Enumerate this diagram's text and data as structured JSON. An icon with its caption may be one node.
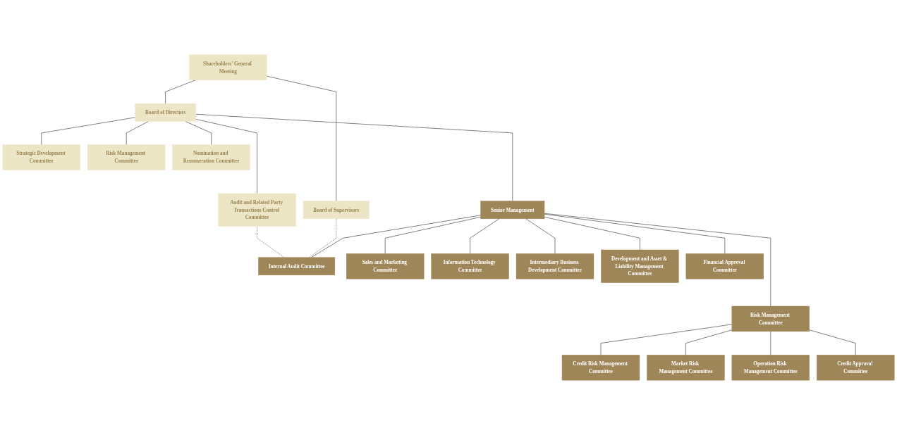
{
  "diagram": {
    "nodes": [
      {
        "text": [
          "Shareholders’ General Meeting"
        ]
      },
      {
        "text": [
          "Board of Directors"
        ]
      },
      {
        "text": [
          "Board of Supervisors"
        ]
      },
      {
        "text": [
          "Strategic Development Committee"
        ]
      },
      {
        "text": [
          "Audit and Related Party Transactions Control Committee"
        ]
      },
      {
        "text": [
          "Risk Management Committee"
        ]
      },
      {
        "text": [
          "Nomination and Remuneration Committee"
        ]
      },
      {
        "text": [
          "Senior Management"
        ]
      },
      {
        "text": [
          "Internal Audit Committee"
        ]
      },
      {
        "text": [
          "Sales and Marketing Committee"
        ]
      },
      {
        "text": [
          "Information Technology Committee"
        ]
      },
      {
        "text": [
          "Intermediary Business Development Committee"
        ]
      },
      {
        "text": [
          "Development and Asset & Liability Management Committee"
        ]
      },
      {
        "text": [
          "Risk Management Committee"
        ]
      },
      {
        "text": [
          "Financial Approval Committee"
        ]
      },
      {
        "text": [
          "Credit Risk Management Committee"
        ]
      },
      {
        "text": [
          "Market Risk Management Committee"
        ]
      },
      {
        "text": [
          "Operation Risk Management Committee"
        ]
      },
      {
        "text": [
          "Credit Approval Committee"
        ]
      }
    ],
    "edges": [
      {
        "from": 0,
        "to": 1,
        "arrow": "none"
      },
      {
        "from": 0,
        "to": 2,
        "arrow": "none"
      },
      {
        "from": 1,
        "to": 3,
        "arrow": "none"
      },
      {
        "from": 1,
        "to": 4,
        "arrow": "none"
      },
      {
        "from": 1,
        "to": 5,
        "arrow": "none"
      },
      {
        "from": 1,
        "to": 6,
        "arrow": "none"
      },
      {
        "from": 1,
        "to": 7,
        "arrow": "none"
      },
      {
        "from": 4,
        "to": 8,
        "arrow": "none",
        "style": "dashed"
      },
      {
        "from": 2,
        "to": 8,
        "arrow": "none",
        "style": "dashed"
      },
      {
        "from": 7,
        "to": 8,
        "arrow": "none"
      },
      {
        "from": 7,
        "to": 9,
        "arrow": "none"
      },
      {
        "from": 7,
        "to": 10,
        "arrow": "none"
      },
      {
        "from": 7,
        "to": 11,
        "arrow": "none"
      },
      {
        "from": 7,
        "to": 12,
        "arrow": "none"
      },
      {
        "from": 7,
        "to": 13,
        "arrow": "none"
      },
      {
        "from": 7,
        "to": 14,
        "arrow": "none"
      },
      {
        "from": 13,
        "to": 15,
        "arrow": "none"
      },
      {
        "from": 13,
        "to": 16,
        "arrow": "none"
      },
      {
        "from": 13,
        "to": 17,
        "arrow": "none"
      },
      {
        "from": 13,
        "to": 18,
        "arrow": "none"
      }
    ]
  }
}
